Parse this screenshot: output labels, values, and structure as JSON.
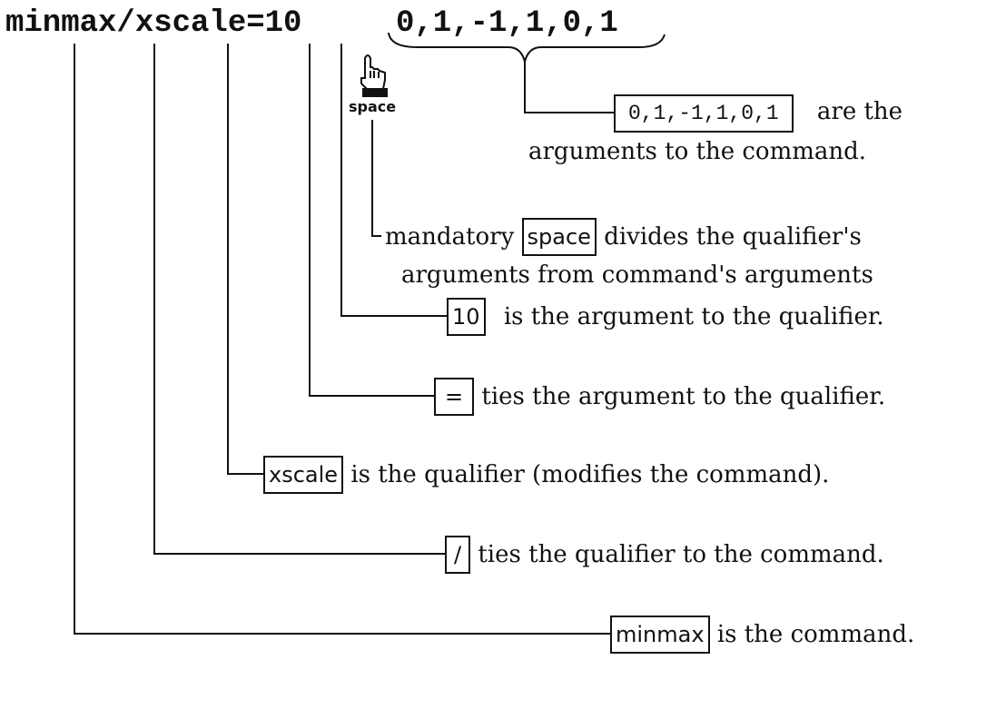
{
  "command_line": {
    "text": "minmax/xscale=10",
    "arguments_text": "0,1,-1,1,0,1"
  },
  "hand_label": "space",
  "annotations": {
    "arguments": {
      "box": "0,1,-1,1,0,1",
      "line1": "are the",
      "line2": "arguments  to the command."
    },
    "space": {
      "prefix": "mandatory",
      "box": "space",
      "line1": "divides the qualifier's",
      "line2": "arguments from command's arguments"
    },
    "qualifier_arg": {
      "box": "10",
      "text": "is the argument to the qualifier."
    },
    "equals": {
      "box": "=",
      "text": "ties the argument to the qualifier."
    },
    "qualifier": {
      "box": "xscale",
      "text": "is the qualifier (modifies the command)."
    },
    "slash": {
      "box": "/",
      "text": "ties the qualifier to the command."
    },
    "command": {
      "box": "minmax",
      "text": "is the command."
    }
  },
  "icons": {
    "hand": "pointing-hand-icon",
    "brace": "curly-brace-icon"
  }
}
